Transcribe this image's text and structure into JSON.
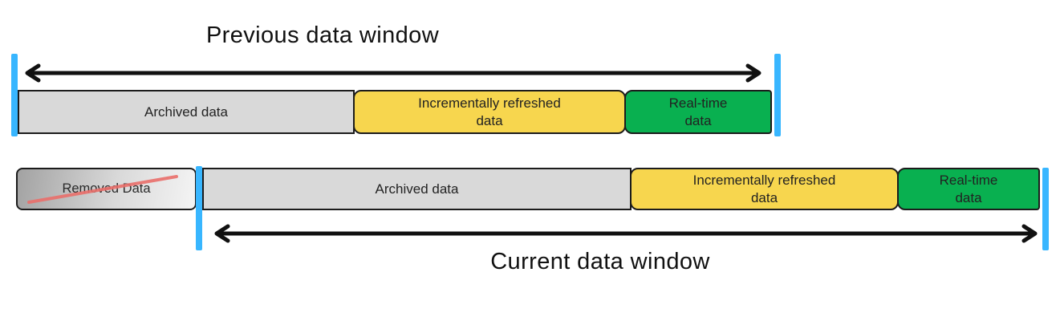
{
  "colors": {
    "segment_gray": "#d9d9d9",
    "segment_yellow": "#f7d64e",
    "segment_green": "#09b050",
    "marker_blue": "#38b6ff",
    "strike_red": "#ea6f6b",
    "arrow_black": "#111111",
    "removed_gradient_dark": "#a2a2a2",
    "removed_gradient_light": "#f4f4f4"
  },
  "previous_window": {
    "title": "Previous data window",
    "segments": [
      {
        "label": "Archived data"
      },
      {
        "label": "Incrementally refreshed\ndata"
      },
      {
        "label": "Real-time\ndata"
      }
    ]
  },
  "current_window": {
    "title": "Current data window",
    "removed_segment": {
      "label": "Removed Data"
    },
    "segments": [
      {
        "label": "Archived data"
      },
      {
        "label": "Incrementally refreshed\ndata"
      },
      {
        "label": "Real-time\ndata"
      }
    ]
  }
}
